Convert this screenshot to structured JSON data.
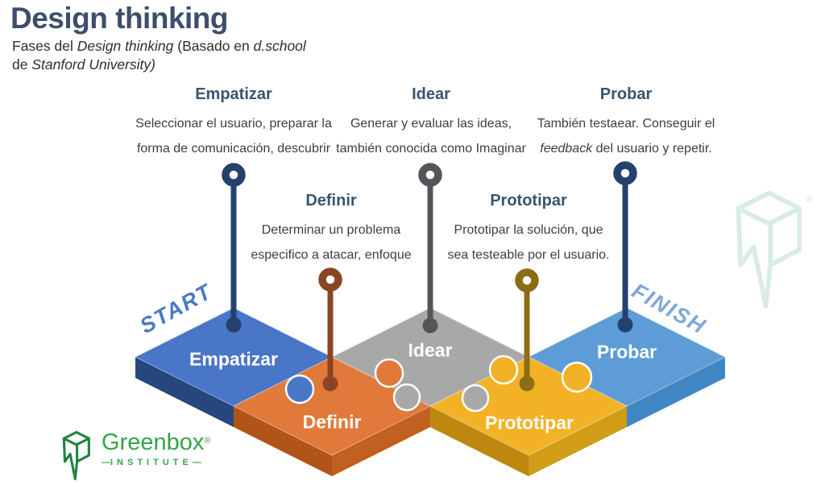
{
  "title": "Design thinking",
  "subtitle": {
    "pre": "Fases del ",
    "italic1": "Design thinking",
    "mid": " (Basado en ",
    "italic2": "d.school",
    "line2_pre": "de ",
    "italic3": "Stanford University)"
  },
  "phases": {
    "empatizar": {
      "name": "Empatizar",
      "line1": "Seleccionar el usuario, preparar la",
      "line2": "forma de comunicación, descubrir"
    },
    "definir": {
      "name": "Definir",
      "line1": "Determinar un problema",
      "line2": "especifico a atacar, enfoque"
    },
    "idear": {
      "name": "Idear",
      "line1": "Generar y evaluar las ideas,",
      "line2": "también conocida como Imaginar"
    },
    "prototipar": {
      "name": "Prototipar",
      "line1": "Prototipar la solución, que",
      "line2": "sea testeable por el usuario."
    },
    "probar": {
      "name": "Probar",
      "line1": "También testaear. Conseguir el",
      "line2_italic": "feedback",
      "line2_rest": " del usuario y repetir."
    }
  },
  "flow": {
    "start": "START",
    "finish": "FINISH"
  },
  "logo": {
    "name": "Greenbox",
    "registered": "®",
    "institute": "INSTITUTE",
    "dash": "—"
  },
  "colors": {
    "title": "#3e4d6b",
    "phase_heading": "#3a546f",
    "body_text": "#3e3e3e",
    "start_label": "#4a79c4",
    "finish_label": "#7ea8da",
    "pieces": {
      "empatizar": {
        "top": "#4a76c8",
        "side_left": "#26477e",
        "side_right": "#2d5594",
        "pin": "#24416e"
      },
      "definir": {
        "top": "#e0793a",
        "side_left": "#b05418",
        "side_right": "#c2601f",
        "pin": "#8a4524"
      },
      "idear": {
        "top": "#a8a8a8",
        "side_left": "#828282",
        "side_right": "#8f8f8f",
        "pin": "#54555a"
      },
      "prototipar": {
        "top": "#f3b226",
        "side_left": "#bd880f",
        "side_right": "#cf9d17",
        "pin": "#8a6d14"
      },
      "probar": {
        "top": "#5d9cd7",
        "side_left": "#366ea8",
        "side_right": "#4186c4",
        "pin": "#24416e"
      }
    },
    "logo_icon": "#1e8440",
    "logo_text": "#36a24c",
    "watermark": "#d9ece1"
  }
}
